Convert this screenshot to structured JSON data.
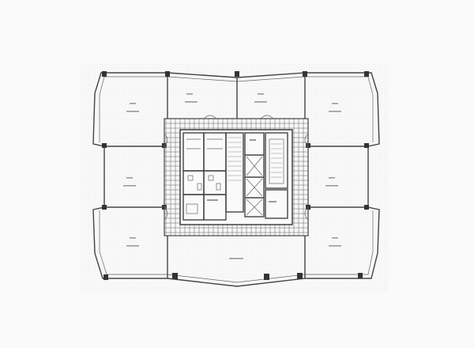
{
  "image": {
    "type": "architectural-floor-plan",
    "background": "#fafafa",
    "line_color": "#444444",
    "column_color": "#333333"
  },
  "rooms": [
    {
      "id": "nw-office",
      "label": ""
    },
    {
      "id": "n1-office",
      "label": ""
    },
    {
      "id": "n2-office",
      "label": ""
    },
    {
      "id": "ne-office",
      "label": ""
    },
    {
      "id": "w-office",
      "label": ""
    },
    {
      "id": "e-office",
      "label": ""
    },
    {
      "id": "sw-office",
      "label": ""
    },
    {
      "id": "s-office",
      "label": ""
    },
    {
      "id": "se-office",
      "label": ""
    }
  ],
  "core": {
    "elevators": 4,
    "stairs": 2,
    "restrooms": 2
  }
}
